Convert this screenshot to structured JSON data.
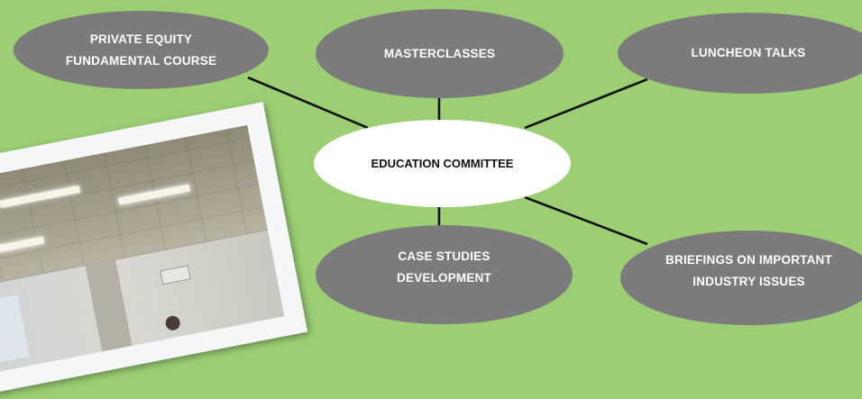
{
  "diagram": {
    "center": {
      "label": "EDUCATION COMMITTEE"
    },
    "nodes": [
      {
        "id": "private-equity",
        "lines": [
          "PRIVATE EQUITY",
          "FUNDAMENTAL COURSE"
        ]
      },
      {
        "id": "masterclasses",
        "lines": [
          "MASTERCLASSES"
        ]
      },
      {
        "id": "luncheon-talks",
        "lines": [
          "LUNCHEON TALKS"
        ]
      },
      {
        "id": "case-studies",
        "lines": [
          "CASE STUDIES",
          "DEVELOPMENT"
        ]
      },
      {
        "id": "briefings",
        "lines": [
          "BRIEFINGS ON IMPORTANT",
          "INDUSTRY ISSUES"
        ]
      }
    ]
  },
  "colors": {
    "background": "#9ccf74",
    "outer_node": "#7b7b7b",
    "center_node": "#ffffff",
    "connector": "#111111"
  }
}
